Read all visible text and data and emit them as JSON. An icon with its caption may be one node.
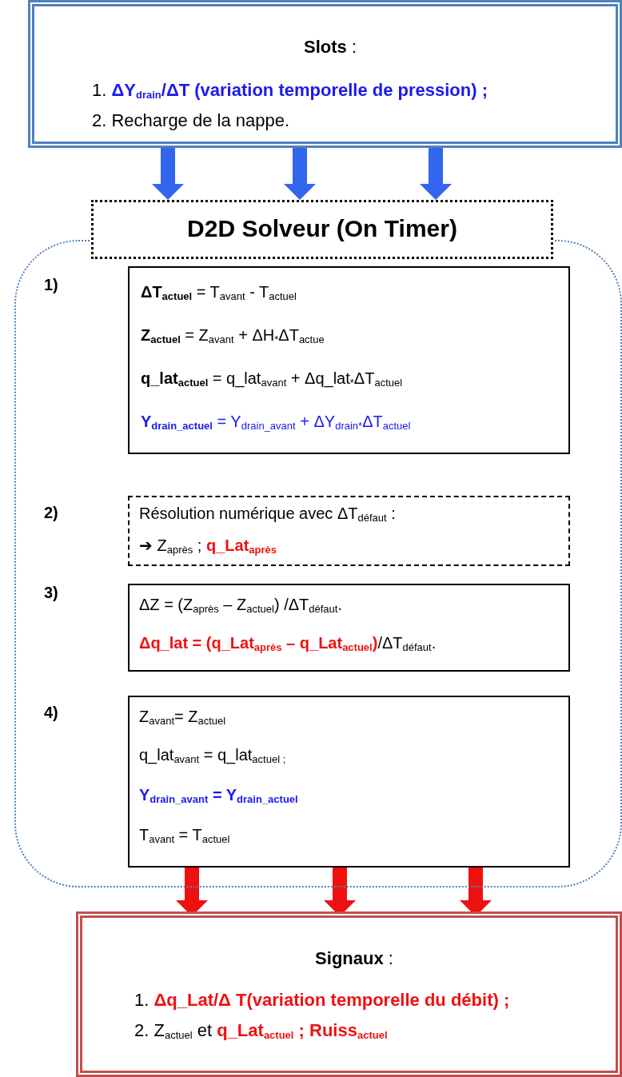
{
  "diagram": {
    "nodes": [
      {
        "text": [
          "**Slots** :",
          "1. **ΔY$_{drain}$/ΔT (variation temporelle de pression) ;**",
          "2. Recharge de la nappe."
        ]
      },
      {
        "text": [
          "D2D Solveur (On Timer)"
        ]
      },
      {
        "text": [
          "**ΔT$_{actuel}$** = T$_{avant}$ - T$_{actuel}$",
          "**Z$_{actuel}$** = Z$_{avant}$ + ΔH$_{*}$ΔT$_{actue}$",
          "**q_lat$_{actuel}$** = q_lat$_{avant}$ + Δq_lat$_{*}$ΔT$_{actuel}$",
          "**Y$_{drain_actuel}$** = Y$_{drain_avant}$ + ΔY$_{drain}$$_{*}$ΔT$_{actuel}$"
        ],
        "in": 1
      },
      {
        "text": [
          "Résolution numérique avec ΔT$_{défaut}$ :",
          "➔ Z$_{après}$ ; **q_Lat$_{après}$**"
        ],
        "in": 1
      },
      {
        "text": [
          "ΔZ = (Z$_{après}$ – Z$_{actuel}$) /ΔT$_{défaut}$.",
          "**Δq_lat = (q_Lat$_{après}$ – q_Lat$_{actuel}$)**/ΔT$_{défaut}$."
        ],
        "in": 1
      },
      {
        "text": [
          "Z$_{avant}$= Z$_{actuel}$",
          "q_lat$_{avant}$ = q_lat$_{actuel ;}$",
          "Y$_{drain_avant}$ = Y$_{drain_actuel}$",
          "T$_{avant}$ = T$_{actuel}$"
        ],
        "in": 1
      },
      {
        "text": [
          "**Signaux** :",
          "1. **Δq_Lat/Δ T(variation temporelle du débit) ;**",
          "2. Z$_{actuel}$ et **q_Lat$_{actuel}$ ; Ruiss$_{actuel}$**"
        ]
      }
    ],
    "edges": [
      {
        "from": 0,
        "to": 1,
        "arrow": "to",
        "color": "#3366ee"
      },
      {
        "from": 0,
        "to": 1,
        "arrow": "to",
        "color": "#3366ee"
      },
      {
        "from": 0,
        "to": 1,
        "arrow": "to",
        "color": "#3366ee"
      },
      {
        "from": 5,
        "to": 6,
        "arrow": "to",
        "color": "#ee1111"
      },
      {
        "from": 5,
        "to": 6,
        "arrow": "to",
        "color": "#ee1111"
      },
      {
        "from": 5,
        "to": 6,
        "arrow": "to",
        "color": "#ee1111"
      }
    ],
    "labels": [
      "1)",
      "2)",
      "3)",
      "4)"
    ]
  }
}
